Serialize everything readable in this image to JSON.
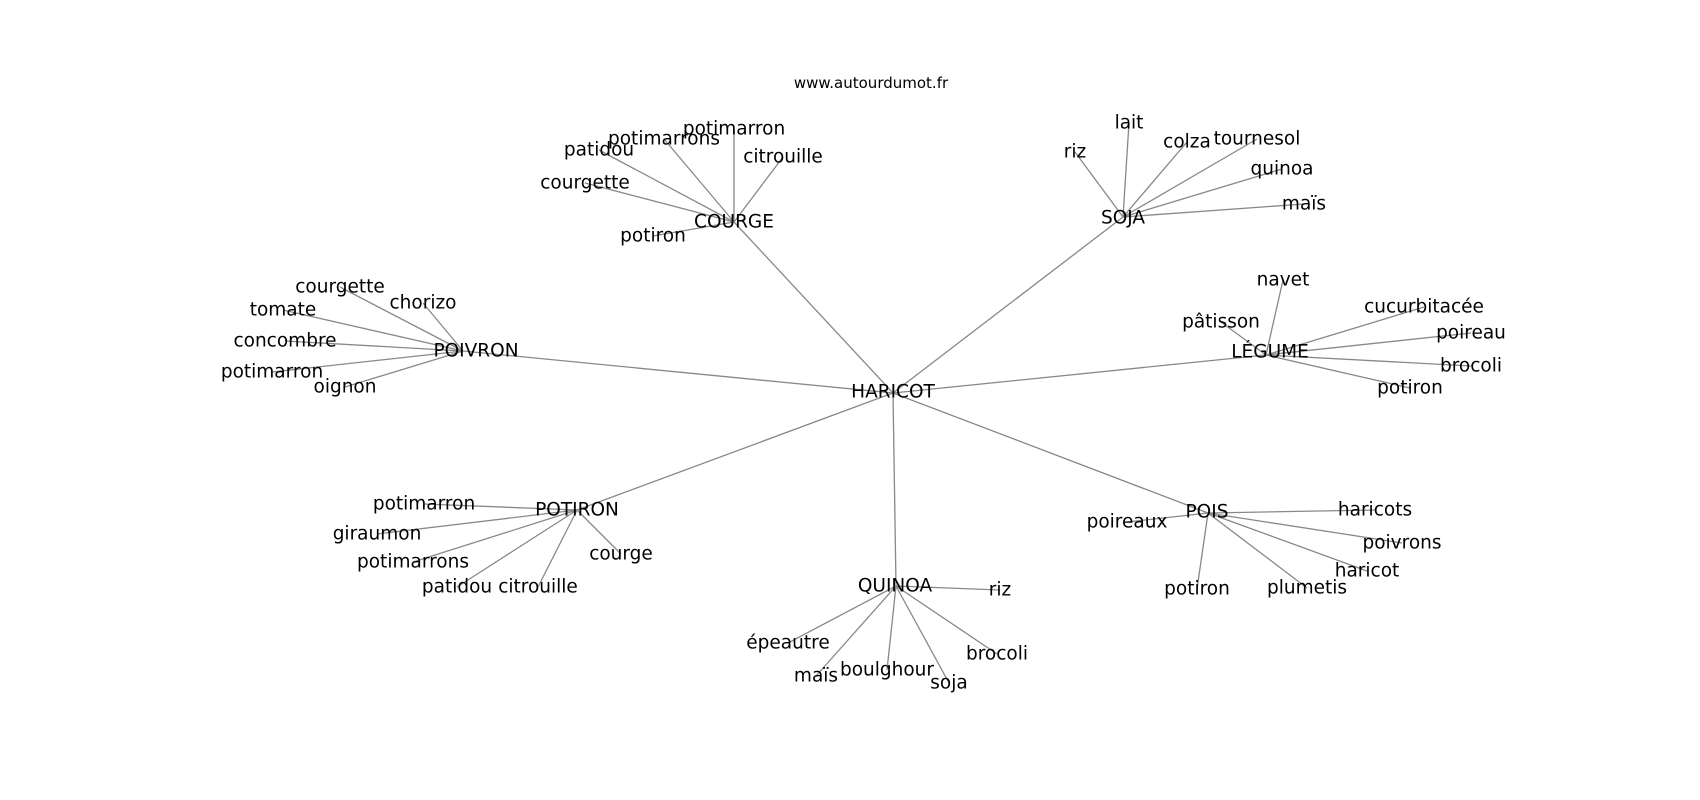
{
  "site": "www.autourdumot.fr",
  "center": "HARICOT",
  "clusters": [
    {
      "id": "courge",
      "label": "COURGE",
      "leaves": [
        "potimarron",
        "potimarrons",
        "patidou",
        "citrouille",
        "courgette",
        "potiron"
      ]
    },
    {
      "id": "soja",
      "label": "SOJA",
      "leaves": [
        "lait",
        "riz",
        "colza",
        "tournesol",
        "quinoa",
        "maïs"
      ]
    },
    {
      "id": "poivron",
      "label": "POIVRON",
      "leaves": [
        "courgette",
        "chorizo",
        "tomate",
        "concombre",
        "potimarron",
        "oignon"
      ]
    },
    {
      "id": "legume",
      "label": "LÉGUME",
      "leaves": [
        "navet",
        "cucurbitacée",
        "pâtisson",
        "poireau",
        "brocoli",
        "potiron"
      ]
    },
    {
      "id": "potiron",
      "label": "POTIRON",
      "leaves": [
        "potimarron",
        "giraumon",
        "potimarrons",
        "courge",
        "patidou",
        "citrouille"
      ]
    },
    {
      "id": "pois",
      "label": "POIS",
      "leaves": [
        "haricots",
        "poireaux",
        "poivrons",
        "haricot",
        "potiron",
        "plumetis"
      ]
    },
    {
      "id": "quinoa",
      "label": "QUINOA",
      "leaves": [
        "riz",
        "épeautre",
        "brocoli",
        "maïs",
        "boulghour",
        "soja"
      ]
    }
  ]
}
